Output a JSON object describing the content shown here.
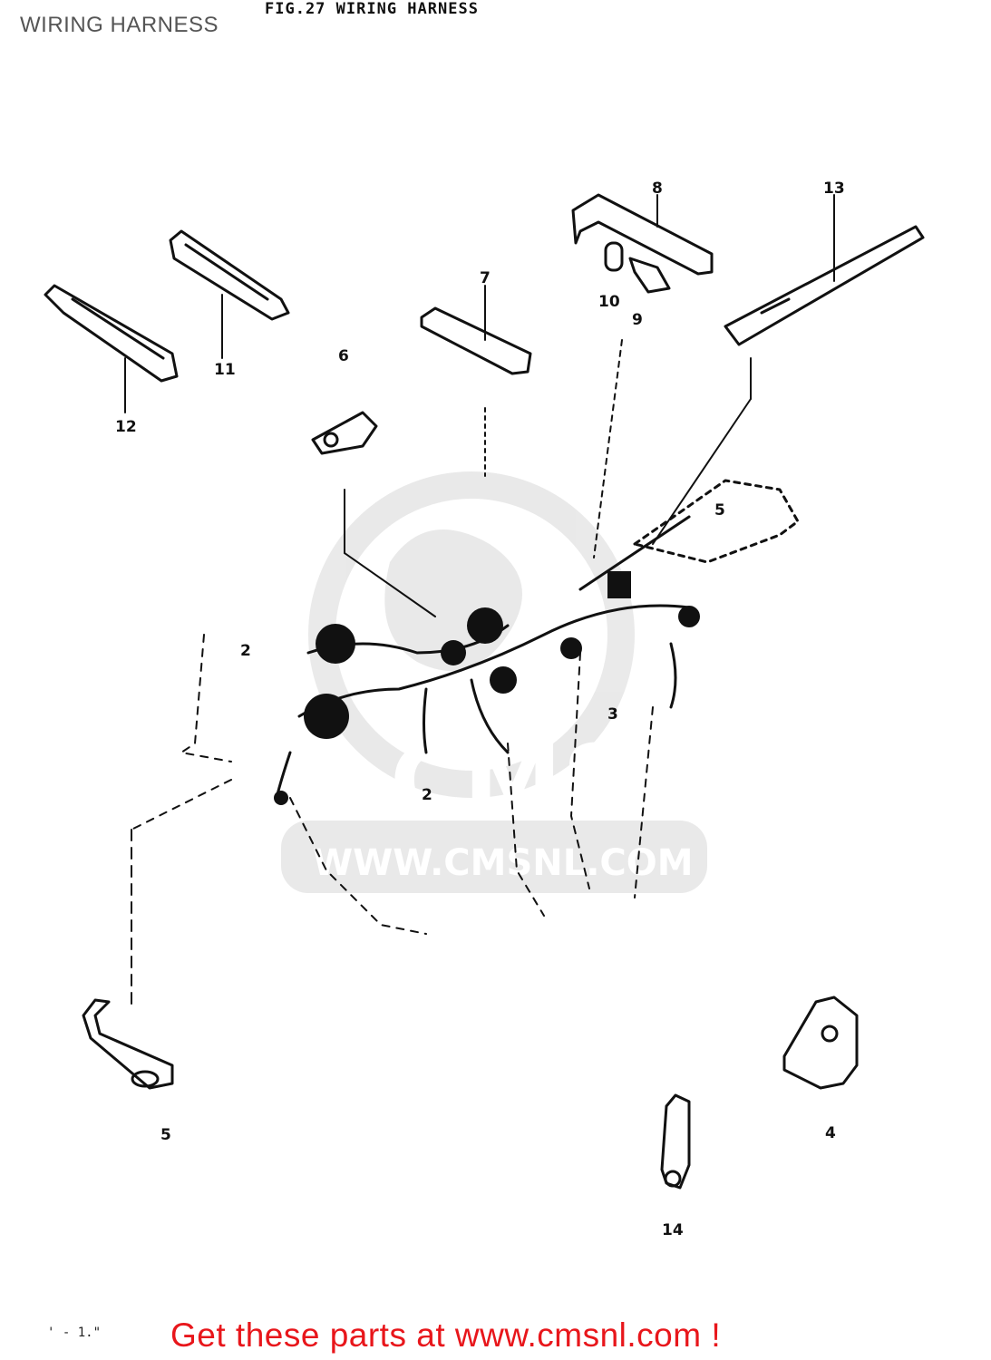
{
  "page": {
    "title": "WIRING HARNESS",
    "figure_caption": "FIG.27  WIRING HARNESS",
    "footer_page": "' - 1.\"",
    "footer_cta": "Get these parts at www.cmsnl.com !"
  },
  "watermark": {
    "brand": "CMS",
    "url": "WWW.CMSNL.COM"
  },
  "callouts": [
    "2",
    "2",
    "3",
    "4",
    "5",
    "5",
    "6",
    "7",
    "8",
    "9",
    "10",
    "11",
    "12",
    "13",
    "14"
  ],
  "colors": {
    "title": "#555555",
    "cta": "#e8161b",
    "line": "#111111",
    "watermark": "#d8d8d8"
  }
}
